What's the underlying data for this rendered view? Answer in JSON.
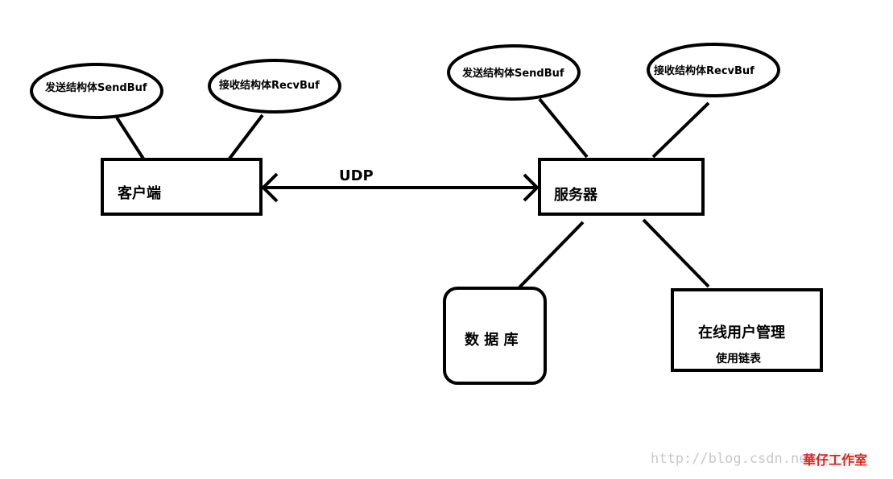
{
  "client": {
    "box_label": "客户端",
    "send_struct": "发送结构体SendBuf",
    "recv_struct": "接收结构体RecvBuf"
  },
  "server": {
    "box_label": "服务器",
    "send_struct": "发送结构体SendBuf",
    "recv_struct": "接收结构体RecvBuf"
  },
  "connection": {
    "protocol_label": "UDP"
  },
  "database": {
    "label": "数 据 库"
  },
  "user_management": {
    "title": "在线用户管理",
    "subtitle": "使用链表"
  },
  "watermark": {
    "url_text": "http://blog.csdn.net/h1234",
    "studio_text": "華仔工作室"
  },
  "colors": {
    "stroke": "#000000",
    "background": "#ffffff",
    "watermark_url": "#c8c8c8",
    "watermark_studio": "#e0201c"
  }
}
